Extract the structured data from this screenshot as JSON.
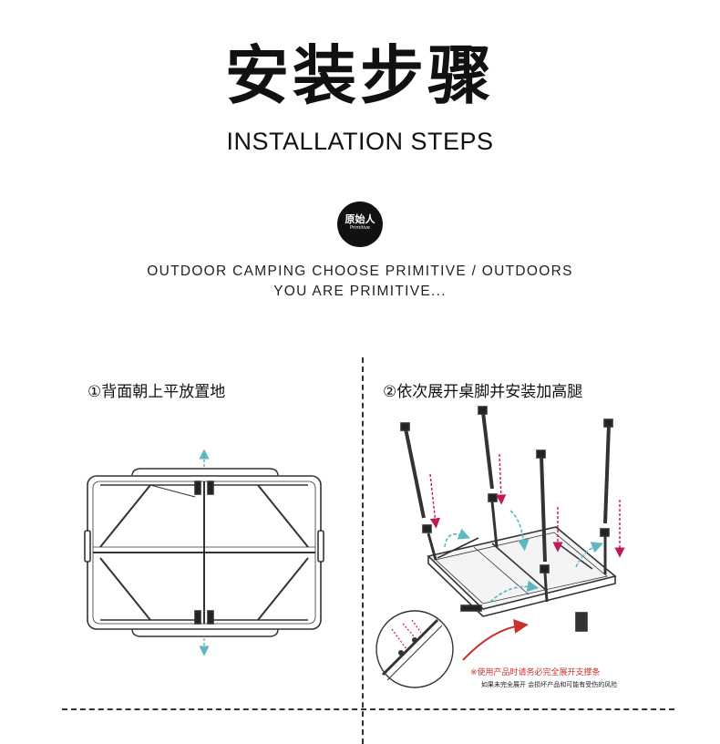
{
  "header": {
    "title_cn": "安装步骤",
    "title_en": "INSTALLATION STEPS"
  },
  "logo": {
    "text_cn": "原始人",
    "text_en": "Primitive"
  },
  "tagline": "OUTDOOR CAMPING CHOOSE PRIMITIVE / OUTDOORS YOU ARE PRIMITIVE...",
  "steps": [
    {
      "label": "①背面朝上平放置地"
    },
    {
      "label": "②依次展开桌脚并安装加高腿"
    }
  ],
  "notice": {
    "warning": "※使用产品时请务必完全展开支撑条",
    "detail": "如果未完全展开 会损坏产品和可能有受伤的风险"
  },
  "colors": {
    "accent_magenta": "#c2185b",
    "accent_teal": "#5fb7c2",
    "warning_red": "#c8312c"
  }
}
